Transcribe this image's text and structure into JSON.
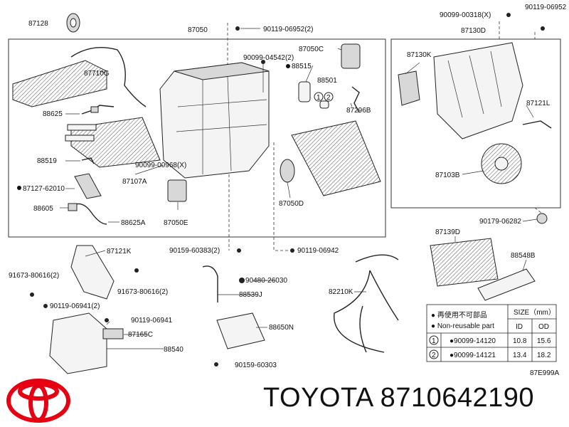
{
  "parts": {
    "p87128": "87128",
    "p87050": "87050",
    "p90119_06952_2": "90119-06952(2)",
    "p87710G": "87710G",
    "p90099_04542_2": "90099-04542(2)",
    "p87050C": "87050C",
    "p88515": "88515",
    "p88501": "88501",
    "p88625": "88625",
    "p87296B": "87296B",
    "p88519": "88519",
    "p90099_00968_X": "90099-00968(X)",
    "p87107A": "87107A",
    "p87127_62010": "87127-62010",
    "p88605": "88605",
    "p88625A": "88625A",
    "p87050E": "87050E",
    "p87050D": "87050D",
    "p90099_00318_X": "90099-00318(X)",
    "p90119_06952": "90119-06952",
    "p87130D": "87130D",
    "p87130K": "87130K",
    "p87121L": "87121L",
    "p87103B": "87103B",
    "p90179_06282": "90179-06282",
    "p87121K": "87121K",
    "p90159_60383_2": "90159-60383(2)",
    "p90119_06942": "90119-06942",
    "p87139D": "87139D",
    "p88548B": "88548B",
    "p91673_80616_2a": "91673-80616(2)",
    "p91673_80616_2b": "91673-80616(2)",
    "p90480_26030": "90480-26030",
    "p88539J": "88539J",
    "p82210K": "82210K",
    "p90119_06941_2": "90119-06941(2)",
    "p90119_06941": "90119-06941",
    "p87165C": "87165C",
    "p88540": "88540",
    "p88650N": "88650N",
    "p90159_60303": "90159-60303",
    "callout_1": "1",
    "callout_2": "2"
  },
  "legend": {
    "note_cn": "● 再使用不可部品",
    "note_en": "● Non-reusable part",
    "size_header": "SIZE（mm）",
    "col_id": "ID",
    "col_od": "OD",
    "rows": [
      {
        "index": "1",
        "part": "●90099-14120",
        "id": "10.8",
        "od": "15.6"
      },
      {
        "index": "2",
        "part": "●90099-14121",
        "id": "13.4",
        "od": "18.2"
      }
    ]
  },
  "diagram_code": "87E999A",
  "brand": {
    "caption": "TOYOTA 8710642190",
    "logo_color": "#e60012"
  }
}
